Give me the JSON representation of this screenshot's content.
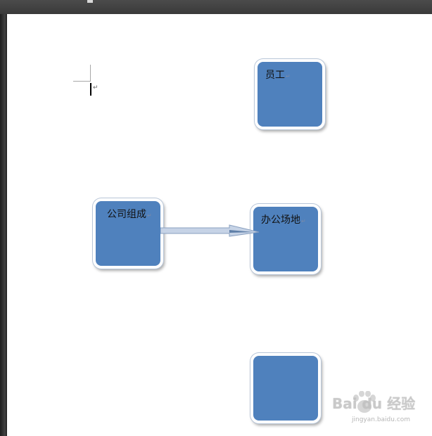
{
  "document": {
    "paragraph_mark": "↵"
  },
  "shapes": {
    "employees": {
      "label": "员工"
    },
    "company": {
      "label": "公司组成"
    },
    "office": {
      "label": "办公场地"
    },
    "empty": {
      "label": ""
    }
  },
  "watermark": {
    "main": "Bai du 经验",
    "sub": "jingyan.baidu.com"
  },
  "colors": {
    "shape_fill": "#4f81bd",
    "shape_border": "#ffffff",
    "arrow_fill": "#c6d3e6"
  }
}
